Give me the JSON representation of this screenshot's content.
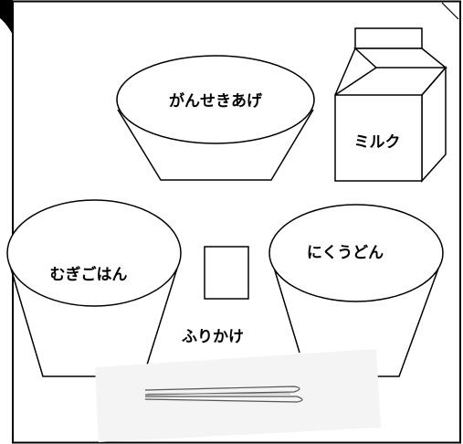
{
  "labels": {
    "fried_ganmodoki": "がんせきあげ",
    "milk": "ミルク",
    "barley_rice": "むぎごはん",
    "meat_udon": "にくうどん",
    "furikake": "ふりかけ"
  }
}
